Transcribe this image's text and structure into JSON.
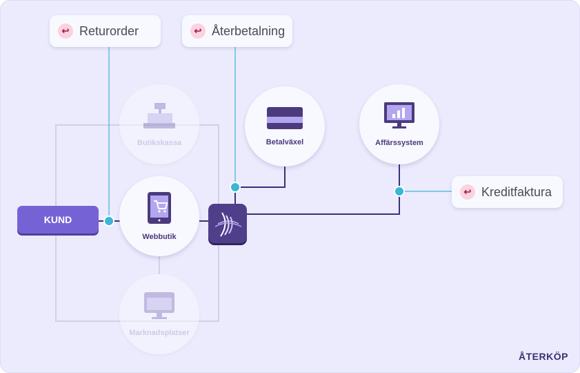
{
  "tags": {
    "returorder": "Returorder",
    "aterbetalning": "Återbetalning",
    "kreditfaktura": "Kreditfaktura",
    "icon": "return-arrow-icon",
    "icon_glyph": "↩"
  },
  "nodes": {
    "butikskassa": "Butikskassa",
    "webbutik": "Webbutik",
    "marknadsplatser": "Marknadsplatser",
    "betalvaxel": "Betalväxel",
    "affarssystem": "Affärssystem"
  },
  "kund": "KUND",
  "logo": "ÅTERKÖP",
  "colors": {
    "background": "#ebebfd",
    "accent": "#7563d6",
    "hub": "#4f3f8a",
    "teal": "#3bb6d4",
    "line": "#3b2f78",
    "return_icon": "#a0244f"
  }
}
